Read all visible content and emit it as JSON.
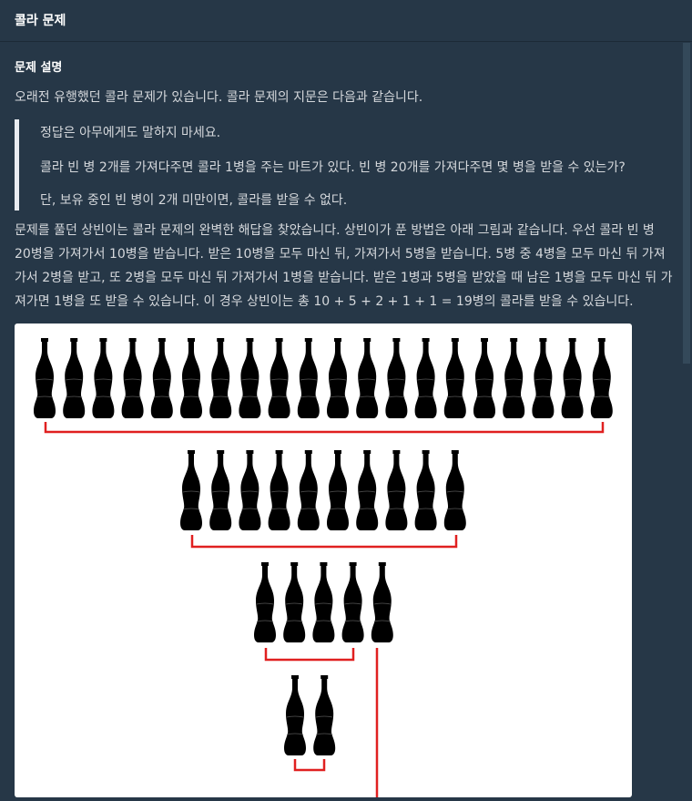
{
  "header": {
    "title": "콜라 문제"
  },
  "problem": {
    "section_title": "문제 설명",
    "intro": "오래전 유행했던 콜라 문제가 있습니다. 콜라 문제의 지문은 다음과 같습니다.",
    "quote": [
      "정답은 아무에게도 말하지 마세요.",
      "콜라 빈 병 2개를 가져다주면 콜라 1병을 주는 마트가 있다. 빈 병 20개를 가져다주면 몇 병을 받을 수 있는가?",
      "단, 보유 중인 빈 병이 2개 미만이면, 콜라를 받을 수 없다."
    ],
    "explanation_lines": [
      "문제를 풀던 상빈이는 콜라 문제의 완벽한 해답을 찾았습니다. 상빈이가 푼 방법은 아래 그림과 같습니다. 우선 콜라 빈 병",
      "20병을 가져가서 10병을 받습니다. 받은 10병을 모두 마신 뒤, 가져가서 5병을 받습니다. 5병 중 4병을 모두 마신 뒤 가져",
      "가서 2병을 받고, 또 2병을 모두 마신 뒤 가져가서 1병을 받습니다. 받은 1병과 5병을 받았을 때 남은 1병을 모두 마신 뒤 가",
      "져가면 1병을 또 받을 수 있습니다. 이 경우 상빈이는 총 10 + 5 + 2 + 1 + 1 = 19병의 콜라를 받을 수 있습니다."
    ]
  },
  "figure": {
    "icon": "cola-bottle-icon",
    "bottle_color": "#000000",
    "bracket_color": "#e02020",
    "rows": [
      {
        "bottles": 20
      },
      {
        "bottles": 10
      },
      {
        "bottles": 5
      },
      {
        "bottles": 2
      }
    ]
  },
  "colors": {
    "background": "#263747",
    "text": "#d5d8dc",
    "quote_bar": "#e9ecf1"
  }
}
